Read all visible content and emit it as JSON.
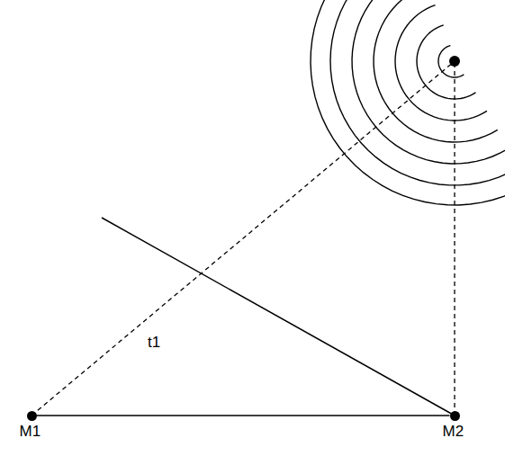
{
  "diagram": {
    "nodes": [
      {
        "text": [
          "M1"
        ]
      },
      {
        "text": [
          "M2"
        ]
      }
    ],
    "edges": [
      {
        "from": 0,
        "to": 1,
        "arrow": "none"
      }
    ],
    "labels": [
      "t1"
    ]
  }
}
